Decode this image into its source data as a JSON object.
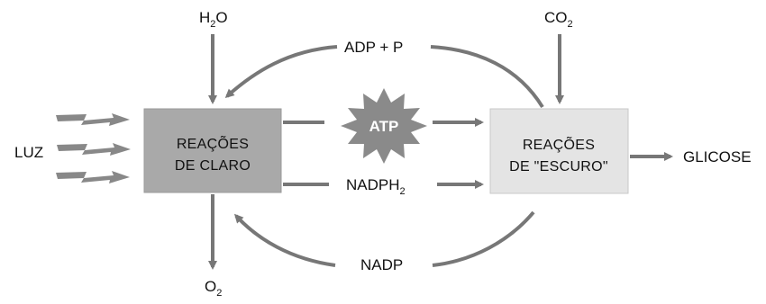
{
  "light_reactions": {
    "line1": "REAÇÕES",
    "line2": "DE CLARO"
  },
  "dark_reactions": {
    "line1": "REAÇÕES",
    "line2": "DE \"ESCURO\""
  },
  "inputs": {
    "water": {
      "main": "H",
      "sub": "2",
      "tail": "O"
    },
    "carbon_dioxide": {
      "main": "CO",
      "sub": "2"
    },
    "light": "LUZ"
  },
  "outputs": {
    "oxygen": {
      "main": "O",
      "sub": "2"
    },
    "glucose": "GLICOSE"
  },
  "cycle": {
    "adp": "ADP + P",
    "atp": "ATP",
    "nadph2": {
      "main": "NADPH",
      "sub": "2"
    },
    "nadp": "NADP"
  },
  "colors": {
    "arrow": "#777777",
    "light_box": "#a9a9a9",
    "dark_box": "#e4e4e4",
    "atp_star": "#8a8a8a"
  }
}
